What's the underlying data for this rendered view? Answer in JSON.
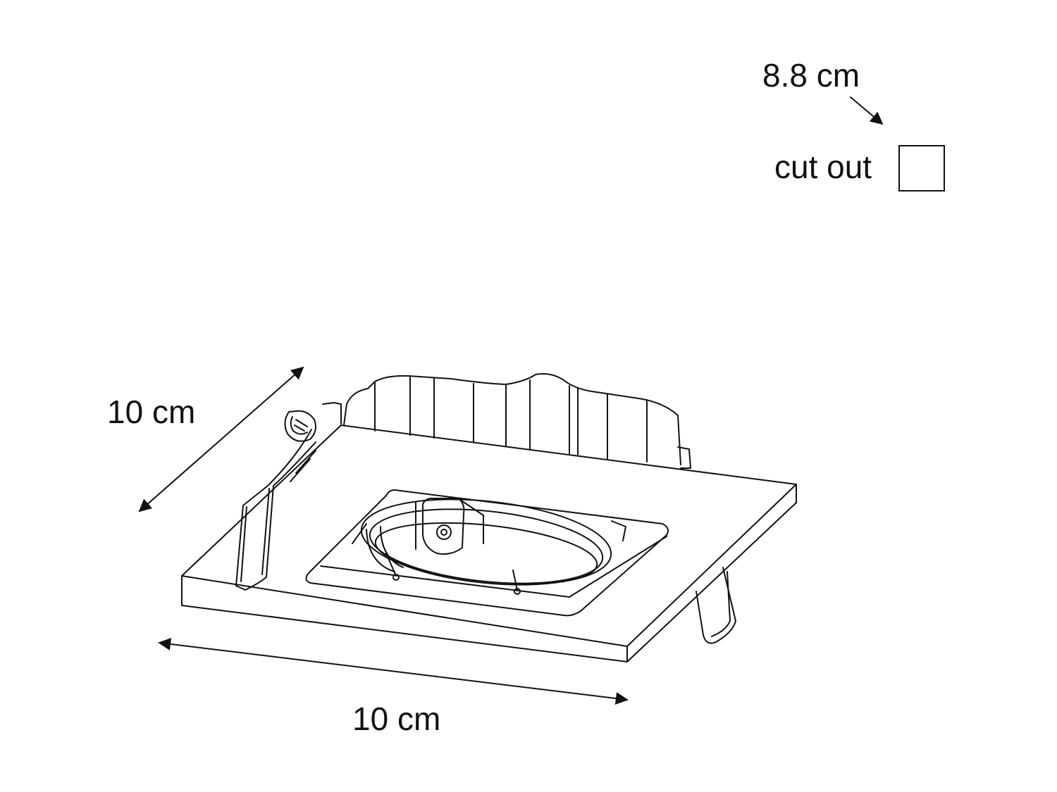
{
  "labels": {
    "cutout_dimension": "8.8 cm",
    "cutout_text": "cut out",
    "depth_dimension": "10 cm",
    "width_dimension": "10 cm"
  },
  "icons": {
    "cutout_marker": "square-outline-icon",
    "arrows": "double-headed-arrow-icon"
  },
  "colors": {
    "line": "#111111",
    "background": "#ffffff"
  }
}
